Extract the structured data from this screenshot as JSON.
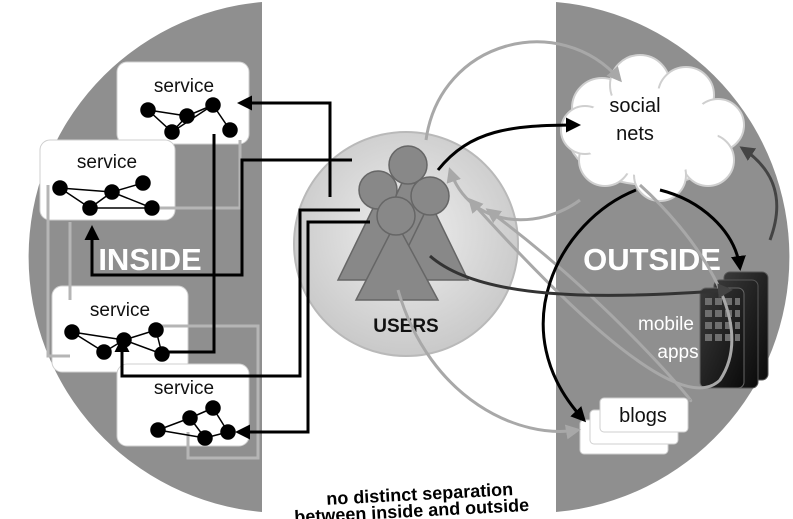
{
  "inside": {
    "label": "INSIDE",
    "services": [
      "service",
      "service",
      "service",
      "service"
    ]
  },
  "outside": {
    "label": "OUTSIDE",
    "social_nets": [
      "social",
      "nets"
    ],
    "mobile_apps": [
      "mobile",
      "apps"
    ],
    "blogs": "blogs"
  },
  "users": {
    "label": "USERS"
  },
  "caption": [
    "no distinct separation",
    "between inside and outside"
  ],
  "colors": {
    "region_fill": "#8f8f8f",
    "users_fill": "#dcdcdc",
    "people_fill": "#888888",
    "arrow_dark": "#000000",
    "arrow_mid": "#444444",
    "arrow_light": "#a8a8a8"
  }
}
